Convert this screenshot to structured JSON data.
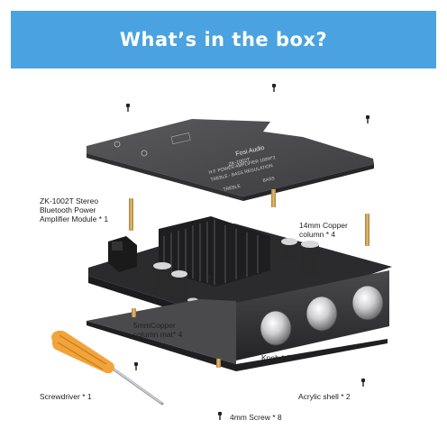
{
  "banner": {
    "title": "What’s in the box?",
    "color": "#4aa3e0"
  },
  "labels": {
    "module": "ZK-1002T Stereo Bluetooth Power Amplifier Module * 1",
    "copper_column": "14mm Copper column * 4",
    "copper_mat": "5mmCopper column mat* 4",
    "knob": "Knob * 3",
    "screwdriver": "Screwdriver * 1",
    "acrylic_shell": "Acrylic shell * 2",
    "screw": "4mm Screw * 8"
  },
  "board_print": {
    "brand": "Fosi Audio",
    "model": "ZK-1002T",
    "line1": "H.F. POWER AMPLIFIER 100W*2",
    "line2": "TREBLE - BASS REGULATION",
    "treble": "TREBLE",
    "bass": "BASS"
  },
  "colors": {
    "board": "#4d4d4f",
    "pcb": "#2b2b2d",
    "heatsink": "#1e1e20",
    "handle": "#f2a33a",
    "copper": "#c99a4e",
    "knob": "#d7d7d9"
  }
}
